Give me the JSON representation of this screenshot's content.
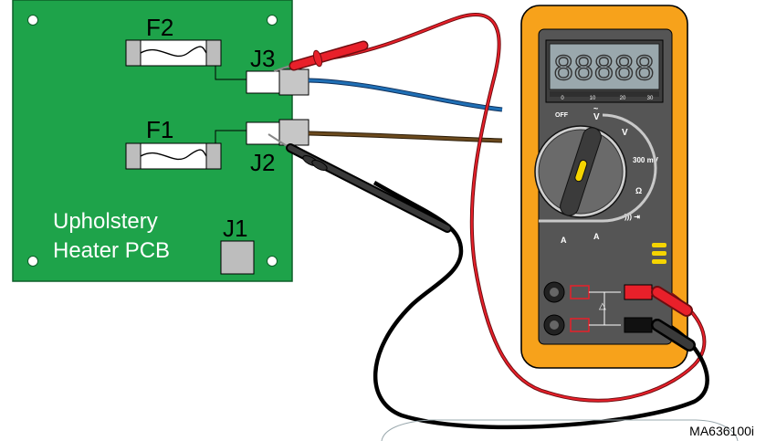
{
  "pcb": {
    "title_line1": "Upholstery",
    "title_line2": "Heater PCB",
    "fuse_f1": "F1",
    "fuse_f2": "F2",
    "connector_j1": "J1",
    "connector_j2": "J2",
    "connector_j3": "J3",
    "board_color": "#1ea34a"
  },
  "meter": {
    "display_digits": "88888",
    "scale_0": "0",
    "scale_10": "10",
    "scale_20": "20",
    "scale_30": "30",
    "off_label": "OFF",
    "v_ac_label": "V",
    "v_dc_label": "V",
    "mv_label": "300 mV",
    "ohm_label": "Ω",
    "a_dc_label": "A",
    "a_ac_label": "A",
    "case_color": "#f7a21b",
    "panel_color": "#555555"
  },
  "leads": {
    "red_color": "#e8202a",
    "black_color": "#111111",
    "blue_wire": "#1f6fb5",
    "brown_wire": "#6b4a1e"
  },
  "reference_id": "MA636100i"
}
